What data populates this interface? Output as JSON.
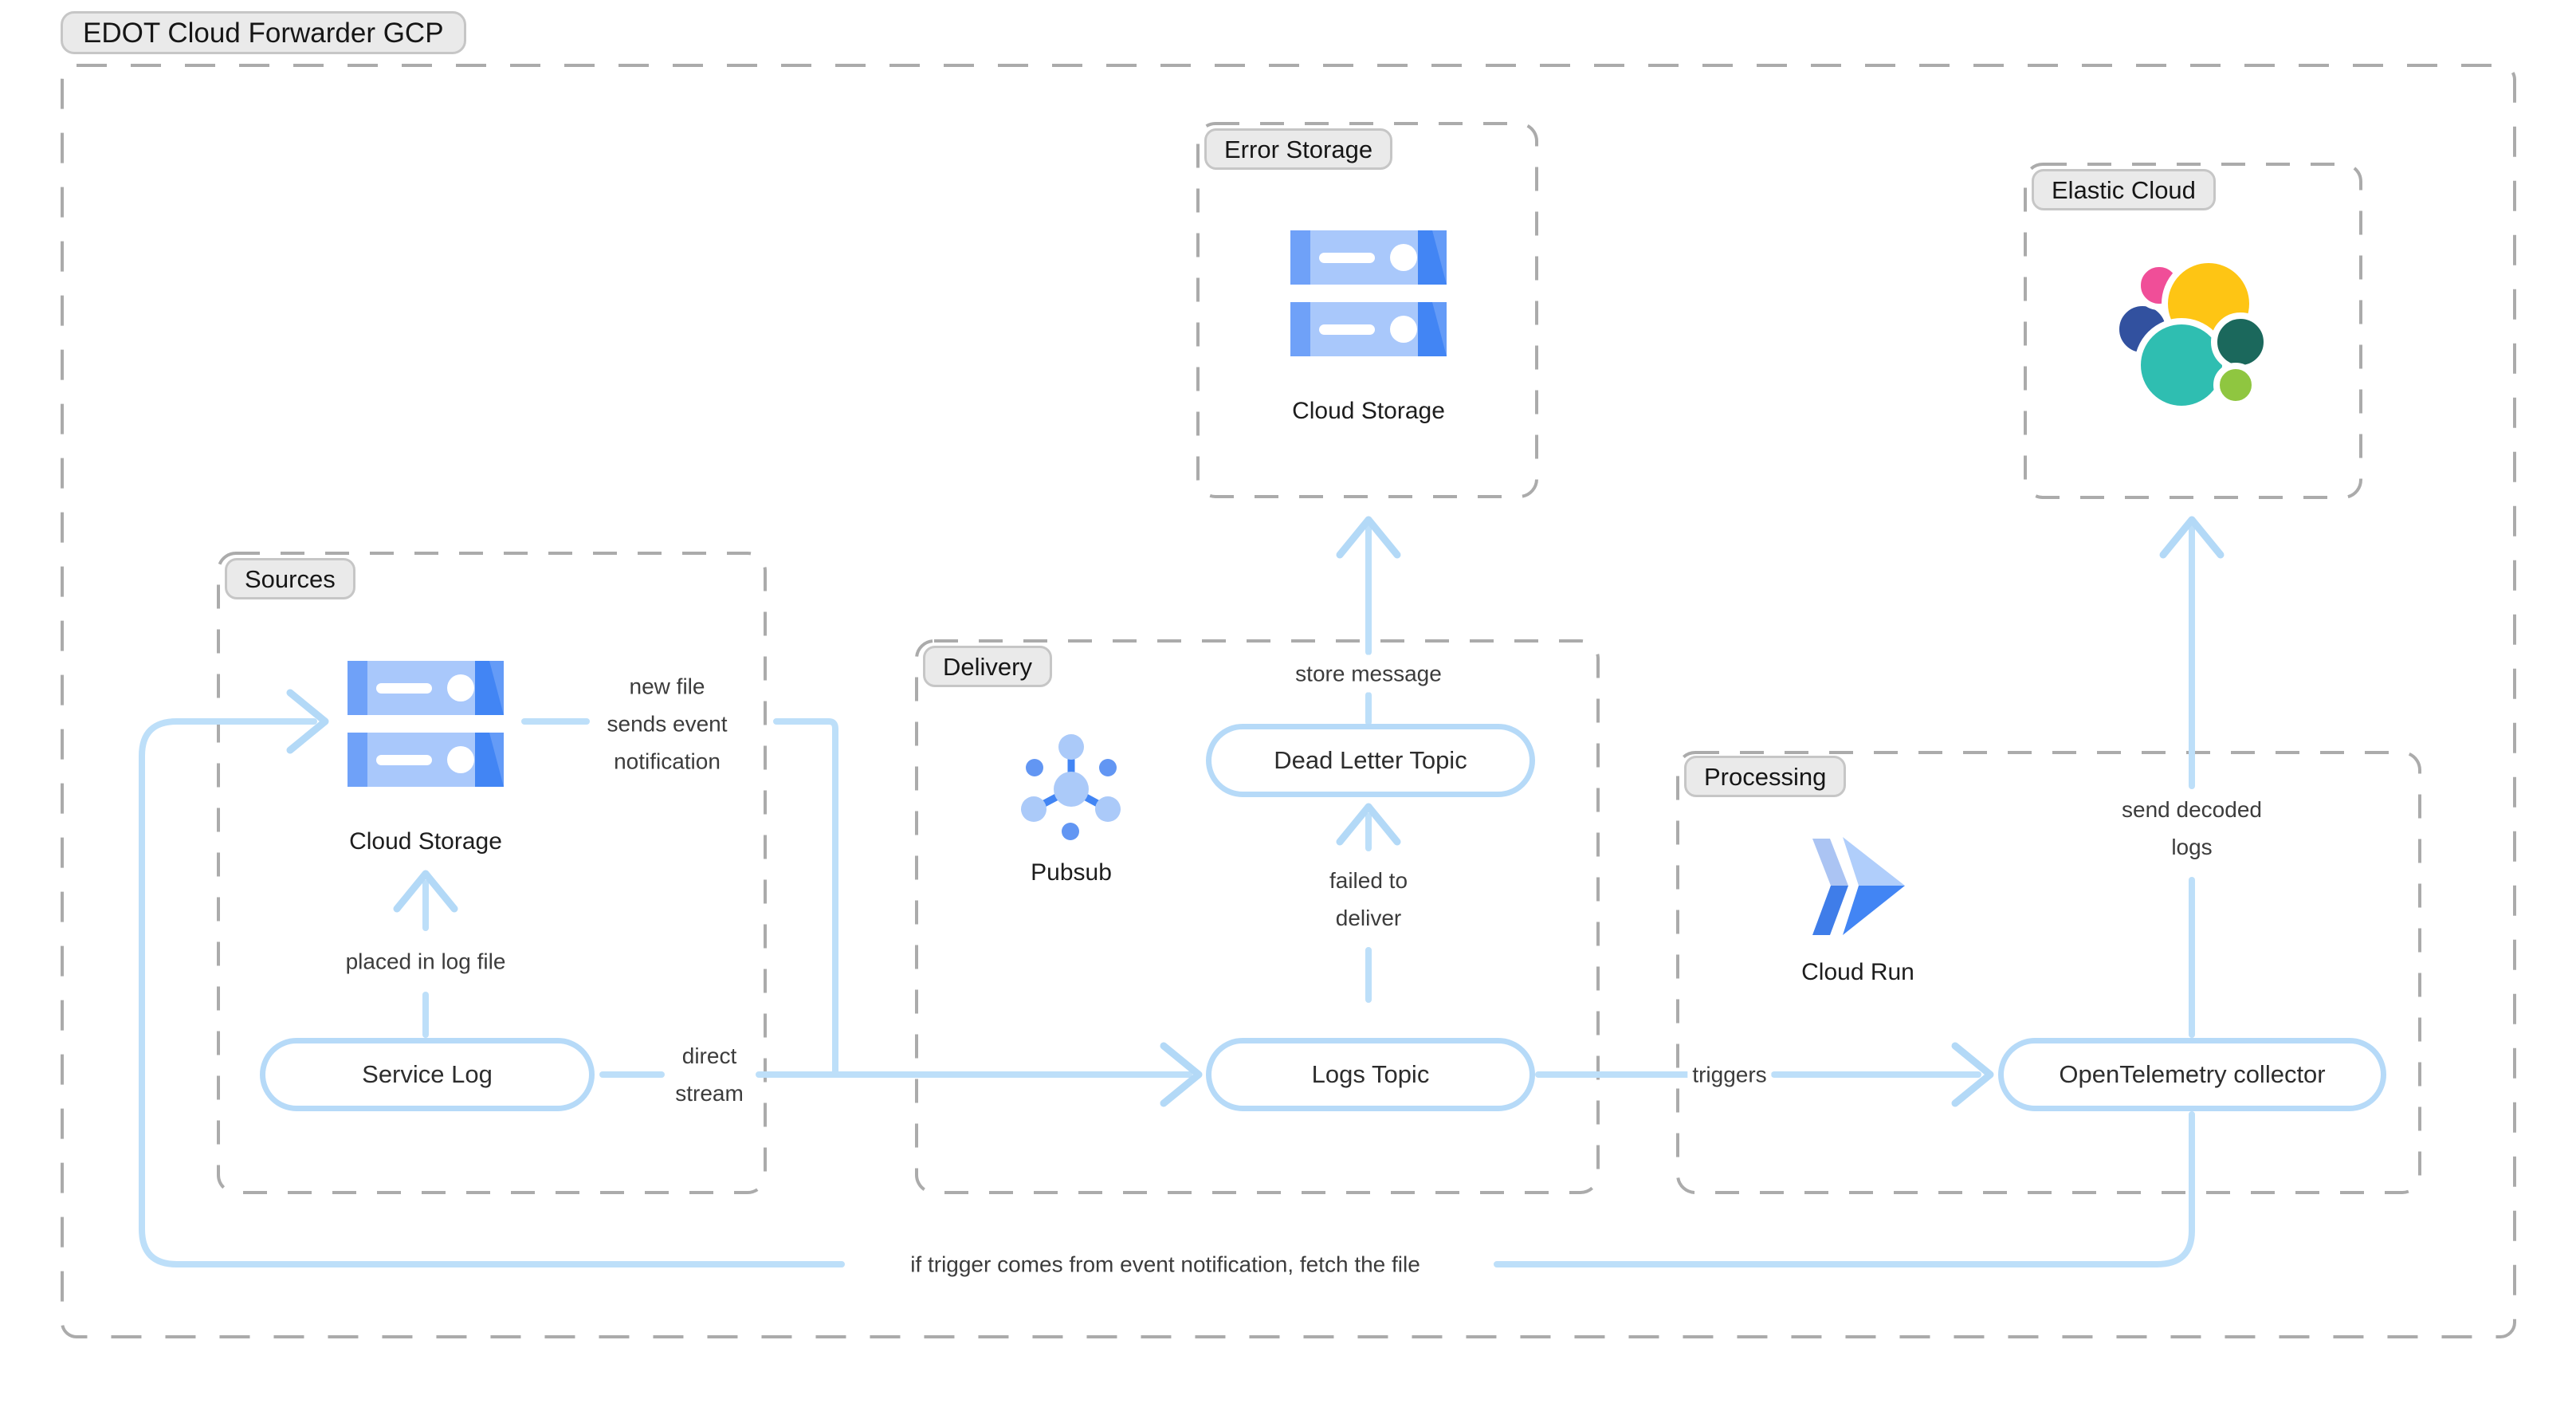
{
  "title": "EDOT Cloud Forwarder GCP",
  "groups": {
    "sources": {
      "label": "Sources"
    },
    "delivery": {
      "label": "Delivery"
    },
    "error_storage": {
      "label": "Error Storage"
    },
    "elastic_cloud": {
      "label": "Elastic Cloud"
    },
    "processing": {
      "label": "Processing"
    }
  },
  "nodes": {
    "service_log": {
      "label": "Service Log"
    },
    "dead_letter_topic": {
      "label": "Dead Letter Topic"
    },
    "logs_topic": {
      "label": "Logs Topic"
    },
    "otel_collector": {
      "label": "OpenTelemetry collector"
    }
  },
  "icons": {
    "cloud_storage_sources": {
      "name": "cloud-storage-icon",
      "caption": "Cloud Storage"
    },
    "cloud_storage_error": {
      "name": "cloud-storage-icon",
      "caption": "Cloud Storage"
    },
    "pubsub": {
      "name": "pubsub-icon",
      "caption": "Pubsub"
    },
    "cloud_run": {
      "name": "cloud-run-icon",
      "caption": "Cloud Run"
    },
    "elastic": {
      "name": "elastic-logo"
    }
  },
  "edge_labels": {
    "new_file": {
      "lines": [
        "new file",
        "sends event",
        "notification"
      ]
    },
    "placed_in_log": {
      "lines": [
        "placed in log file"
      ]
    },
    "direct_stream": {
      "lines": [
        "direct",
        "stream"
      ]
    },
    "store_message": {
      "lines": [
        "store message"
      ]
    },
    "failed_to_deliver": {
      "lines": [
        "failed to",
        "deliver"
      ]
    },
    "triggers": {
      "lines": [
        "triggers"
      ]
    },
    "send_decoded_logs": {
      "lines": [
        "send decoded",
        "logs"
      ]
    },
    "fetch_file": {
      "lines": [
        "if trigger comes from event notification, fetch the file"
      ]
    }
  },
  "colors": {
    "connector": "#bddff9",
    "arrowhead": "#b3d9f7",
    "node_border": "#b6daf8",
    "group_border": "#ababab",
    "pill_bg": "#eaeaea",
    "pill_border": "#c6c6c6",
    "gcp_blue": "#4285f4",
    "gcp_blue_medium": "#6fa1f8",
    "gcp_blue_light": "#a9c8fb",
    "elastic_yellow": "#fec514",
    "elastic_pink": "#f04e98",
    "elastic_navy": "#32519f",
    "elastic_teal": "#2fbeb1",
    "elastic_dark_green": "#1b685c",
    "elastic_light_green": "#8fc640"
  }
}
